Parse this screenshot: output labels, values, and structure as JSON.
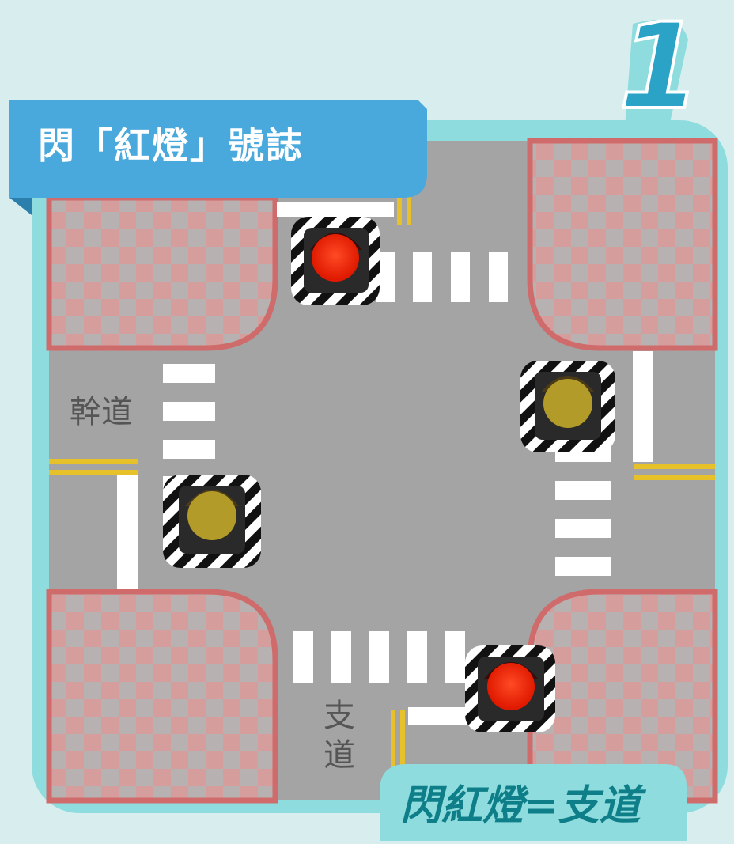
{
  "title": "閃「紅燈」號誌",
  "number": "1",
  "trunk_road_label": "幹道",
  "branch_road_label": "支道",
  "caption": "閃紅燈=支道",
  "signals": [
    {
      "name": "top",
      "state": "flashing-red",
      "color": "#ff2a0a"
    },
    {
      "name": "right",
      "state": "flashing-yellow",
      "color": "#b29b28"
    },
    {
      "name": "left",
      "state": "flashing-yellow",
      "color": "#b29b28"
    },
    {
      "name": "bottom",
      "state": "flashing-red",
      "color": "#ff2a0a"
    }
  ],
  "colors": {
    "background": "#d8eeee",
    "frame": "#8fdcdf",
    "banner": "#4aa9dc",
    "road": "#a4a4a4",
    "curb": "#cf6b6b",
    "yellow_line": "#e6c12a",
    "number": "#2aa3c6",
    "caption": "#0e7f88"
  }
}
